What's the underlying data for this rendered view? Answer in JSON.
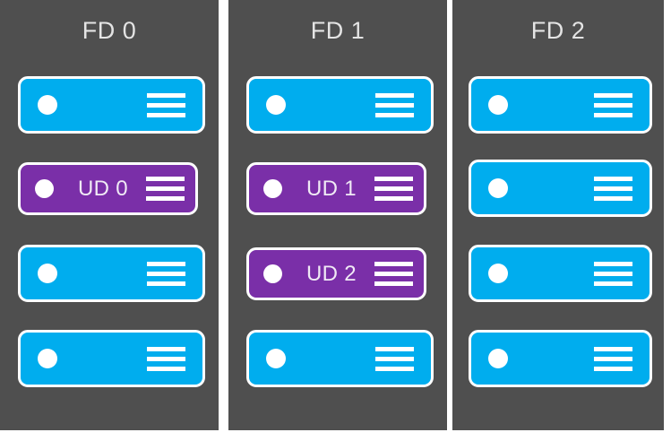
{
  "diagram": {
    "title_hidden": "",
    "background_color": "#ffffff",
    "panel_color": "#4f4f4f",
    "node_blue_color": "#00ADEE",
    "node_purple_color": "#7A2FA8",
    "border_color": "#ffffff",
    "title_color": "#e4e4e4"
  },
  "fault_domains": [
    {
      "title": "FD 0",
      "nodes": [
        {
          "label": "",
          "type": "blue",
          "icon_dot": "status-dot",
          "icon_menu": "hamburger-icon"
        },
        {
          "label": "UD 0",
          "type": "purple",
          "icon_dot": "status-dot",
          "icon_menu": "hamburger-icon"
        },
        {
          "label": "",
          "type": "blue",
          "icon_dot": "status-dot",
          "icon_menu": "hamburger-icon"
        },
        {
          "label": "",
          "type": "blue",
          "icon_dot": "status-dot",
          "icon_menu": "hamburger-icon"
        }
      ]
    },
    {
      "title": "FD 1",
      "nodes": [
        {
          "label": "",
          "type": "blue",
          "icon_dot": "status-dot",
          "icon_menu": "hamburger-icon"
        },
        {
          "label": "UD 1",
          "type": "purple",
          "icon_dot": "status-dot",
          "icon_menu": "hamburger-icon"
        },
        {
          "label": "UD 2",
          "type": "purple",
          "icon_dot": "status-dot",
          "icon_menu": "hamburger-icon"
        },
        {
          "label": "",
          "type": "blue",
          "icon_dot": "status-dot",
          "icon_menu": "hamburger-icon"
        }
      ]
    },
    {
      "title": "FD 2",
      "nodes": [
        {
          "label": "",
          "type": "blue",
          "icon_dot": "status-dot",
          "icon_menu": "hamburger-icon"
        },
        {
          "label": "",
          "type": "blue",
          "icon_dot": "status-dot",
          "icon_menu": "hamburger-icon"
        },
        {
          "label": "",
          "type": "blue",
          "icon_dot": "status-dot",
          "icon_menu": "hamburger-icon"
        },
        {
          "label": "",
          "type": "blue",
          "icon_dot": "status-dot",
          "icon_menu": "hamburger-icon"
        }
      ]
    }
  ]
}
